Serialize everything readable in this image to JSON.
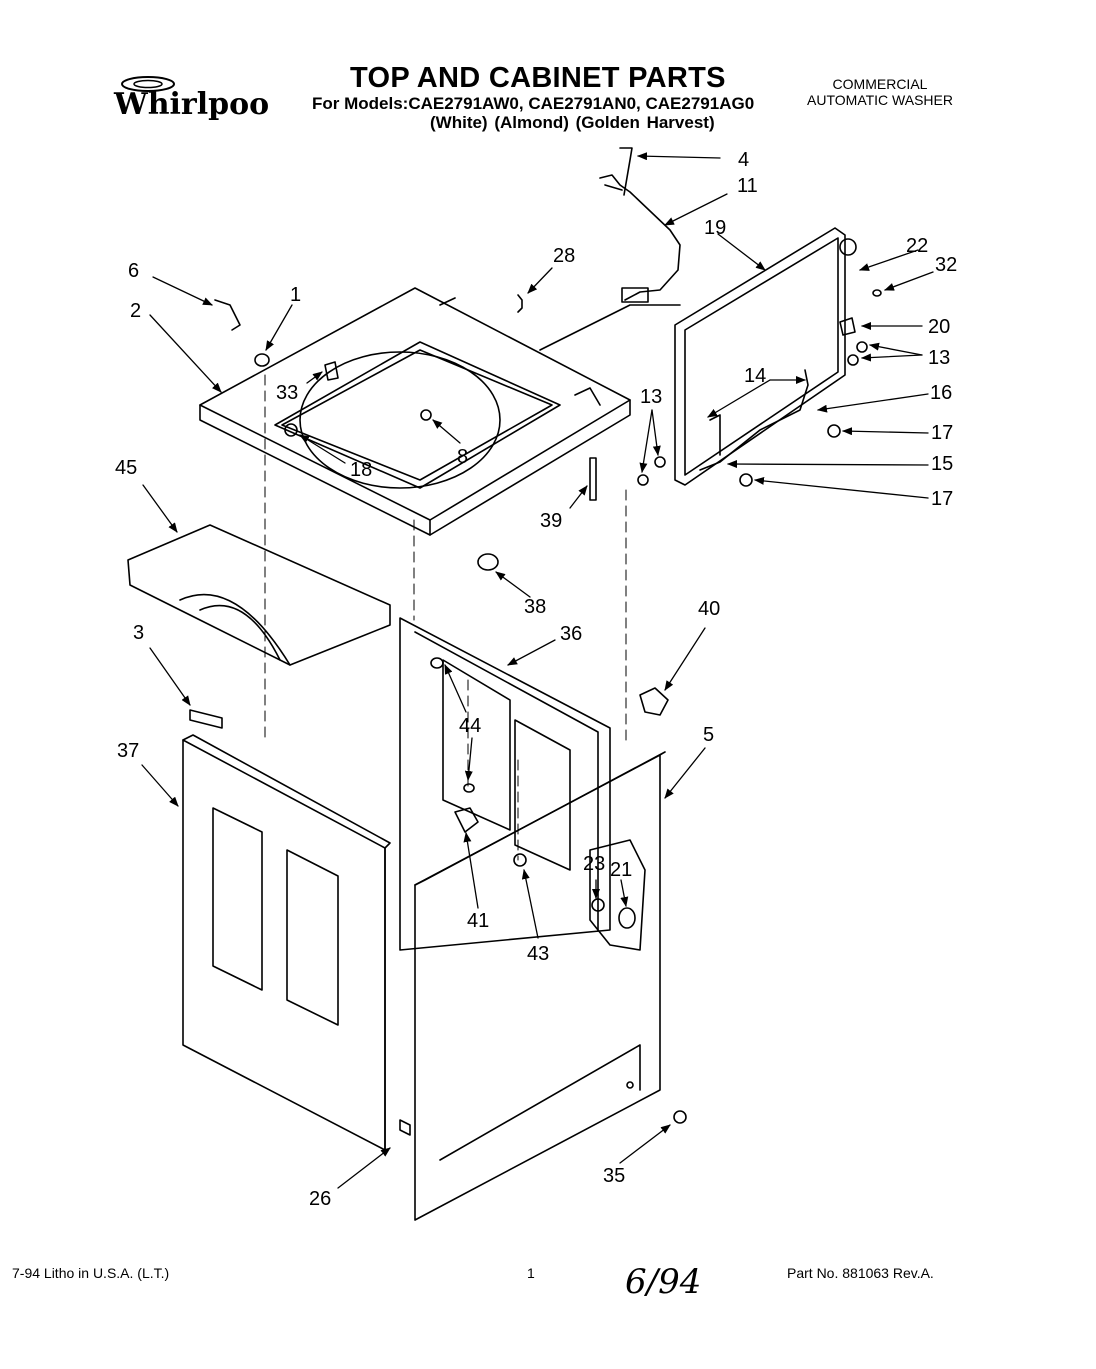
{
  "brand": "Whirlpool",
  "title": "TOP AND CABINET PARTS",
  "models_line": "For Models:CAE2791AW0, CAE2791AN0, CAE2791AG0",
  "colors_line": "(White)    (Almond) (Golden Harvest)",
  "product": {
    "line1": "COMMERCIAL",
    "line2": "AUTOMATIC WASHER"
  },
  "footer": {
    "left": "7-94  Litho in U.S.A. (L.T.)",
    "page": "1",
    "handwritten": "6/94",
    "part_no": "Part No. 881063 Rev.A."
  },
  "callouts": {
    "c4": "4",
    "c11": "11",
    "c28": "28",
    "c19": "19",
    "c22": "22",
    "c32": "32",
    "c6": "6",
    "c1": "1",
    "c2": "2",
    "c20": "20",
    "c13a": "13",
    "c33": "33",
    "c14": "14",
    "c16": "16",
    "c13b": "13",
    "c8": "8",
    "c18": "18",
    "c17a": "17",
    "c15": "15",
    "c17b": "17",
    "c45": "45",
    "c39": "39",
    "c38": "38",
    "c36": "36",
    "c40": "40",
    "c3": "3",
    "c44": "44",
    "c37": "37",
    "c5": "5",
    "c23": "23",
    "c21": "21",
    "c41": "41",
    "c43": "43",
    "c35": "35",
    "c26": "26"
  }
}
